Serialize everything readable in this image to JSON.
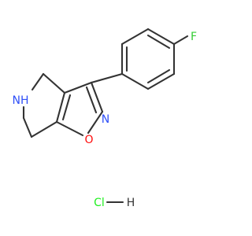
{
  "molecule": {
    "atoms": {
      "fluorine": "F",
      "ring_nitrogen": "N",
      "ring_oxygen": "O",
      "amine": "NH",
      "salt_chlorine": "Cl",
      "salt_hydrogen": "H"
    },
    "colors": {
      "bond": "#333333",
      "fluorine": "#33CC33",
      "nitrogen": "#3050F8",
      "oxygen": "#FF0D0D",
      "chlorine": "#1FF01F",
      "hydrogen": "#333333"
    }
  }
}
